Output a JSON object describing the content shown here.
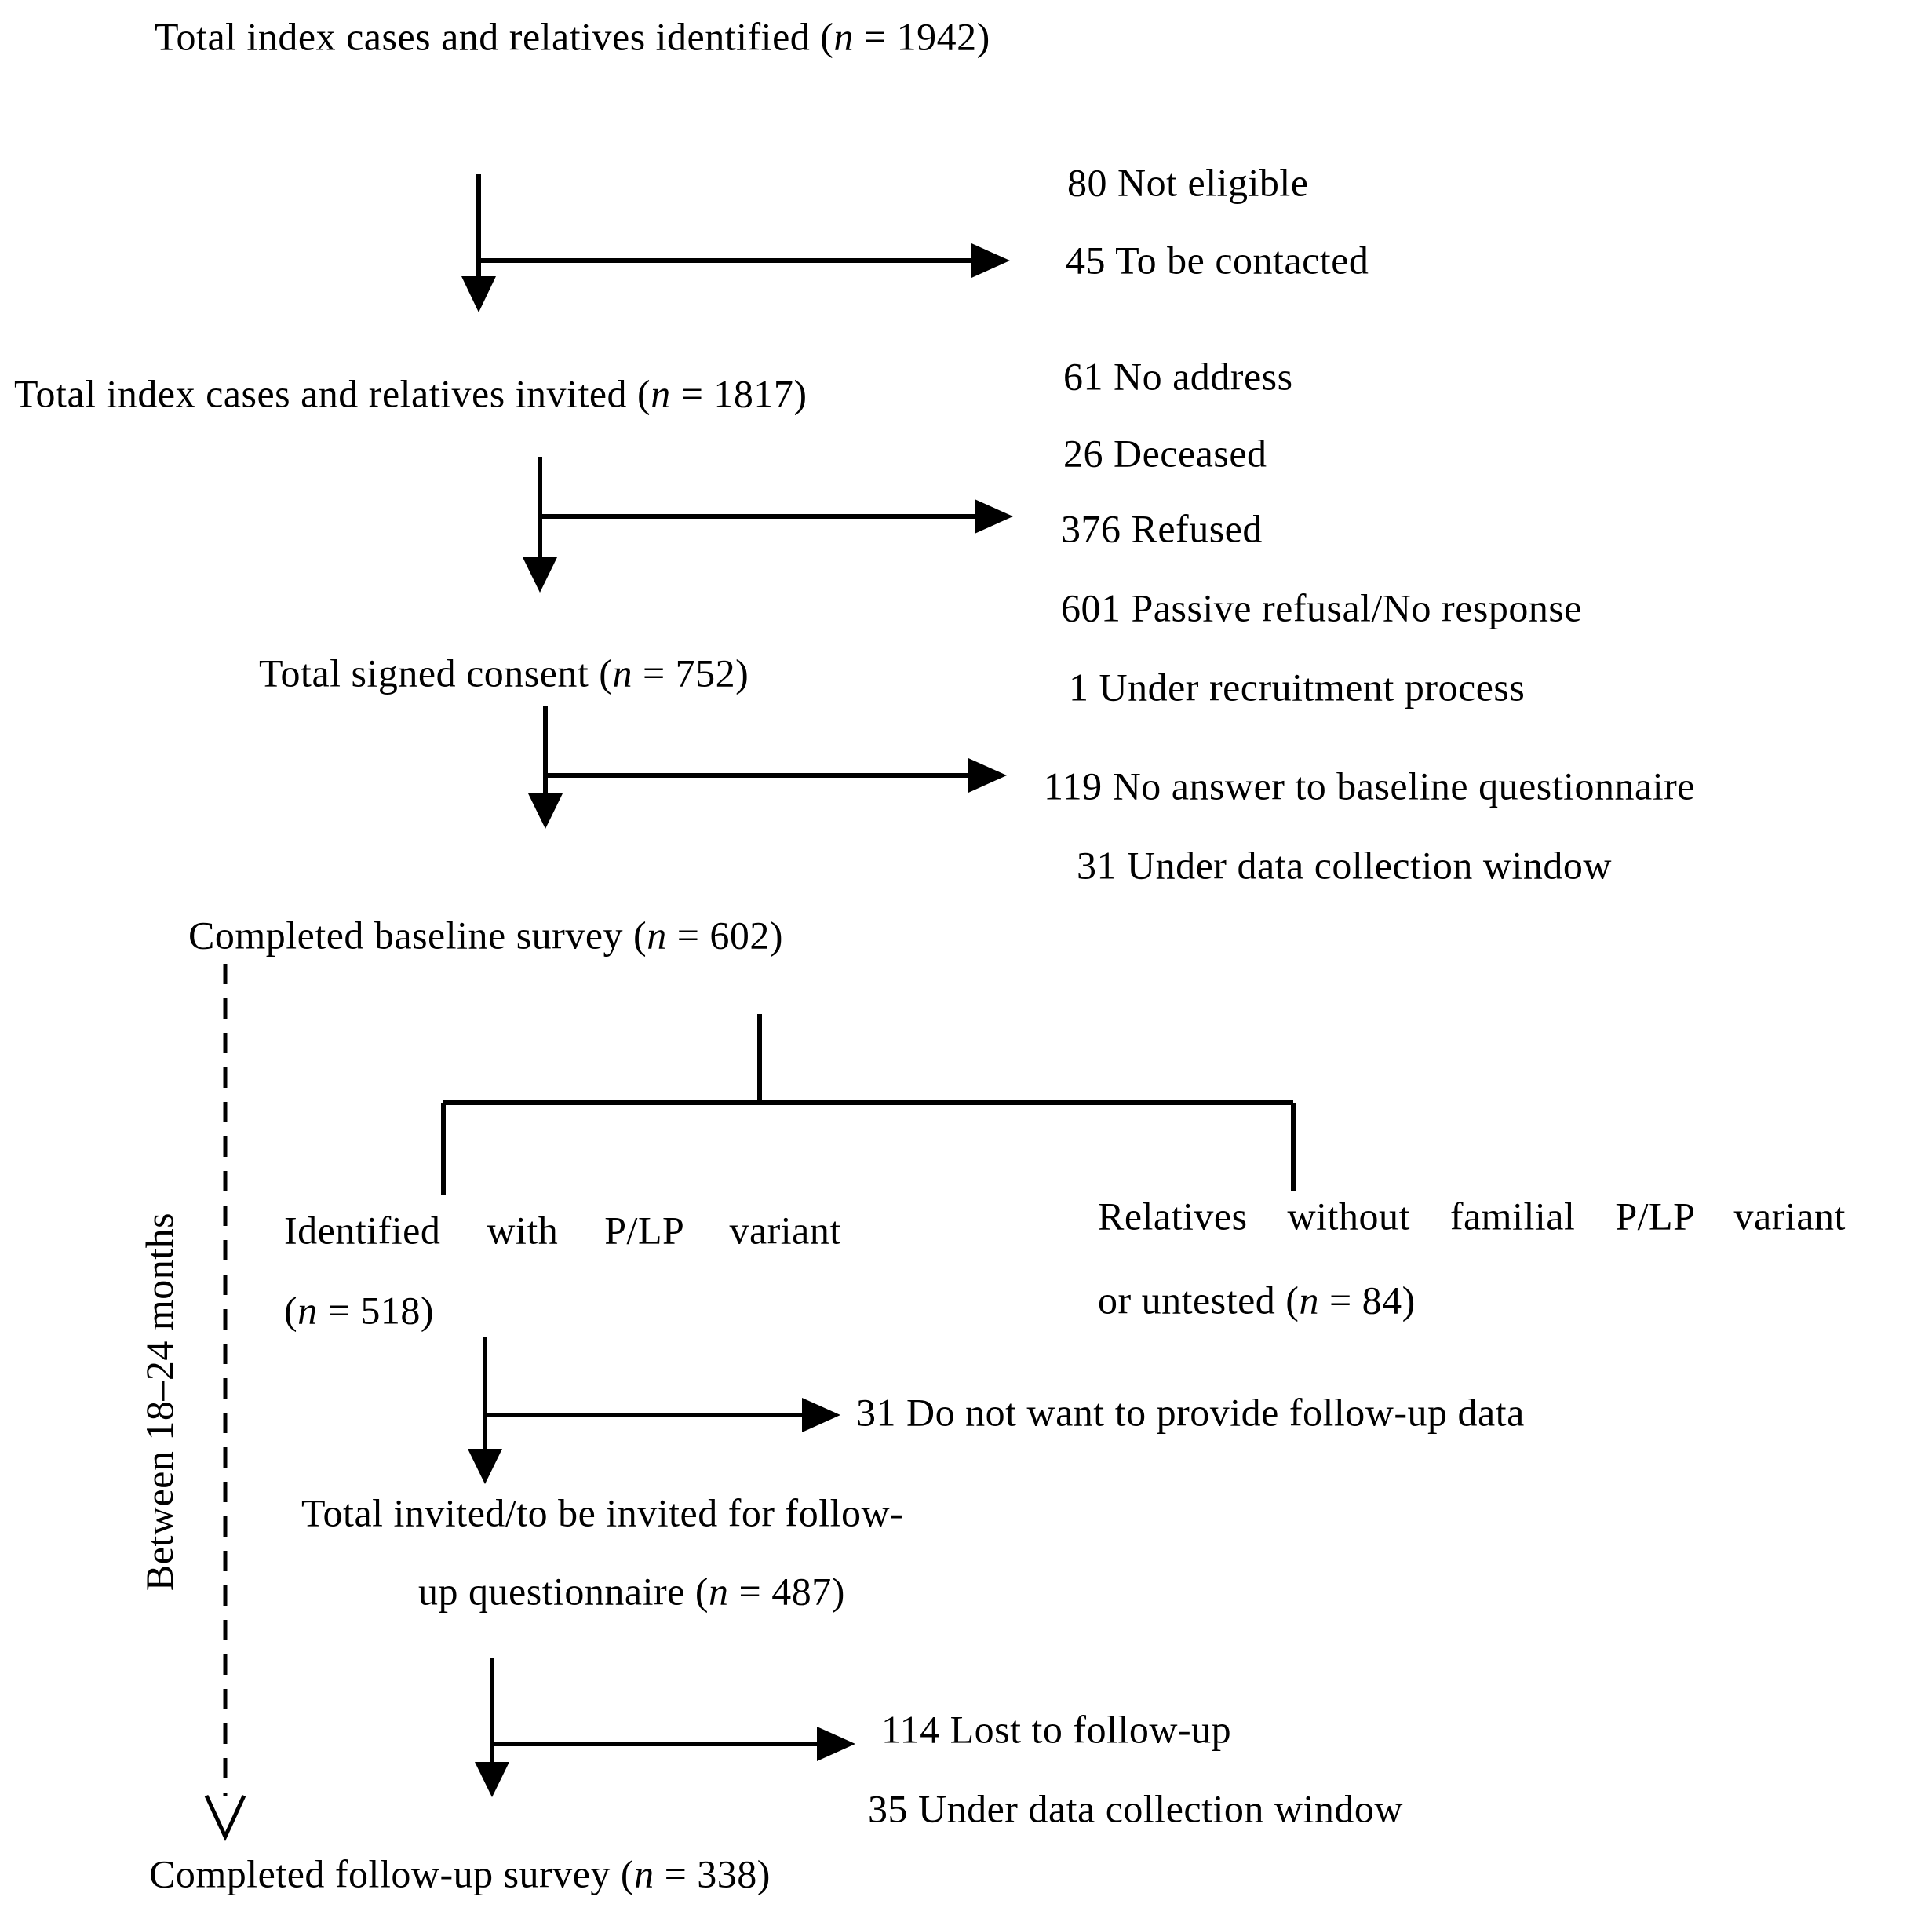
{
  "page": {
    "background": "#ffffff",
    "text_color": "#000000",
    "line_color": "#000000"
  },
  "diagram": {
    "side_label": "Between 18–24 months",
    "nodes": {
      "identified": "Total index cases and relatives identified (n = 1942)",
      "invited": "Total index cases and relatives invited (n = 1817)",
      "consent": "Total signed consent (n = 752)",
      "baseline": "Completed baseline survey (n = 602)",
      "plp_line1": "Identified with P/LP variant",
      "plp_line2": "(n = 518)",
      "no_plp_line1": "Relatives without familial P/LP variant",
      "no_plp_line2": "or untested (n = 84)",
      "followup_invited_line1": "Total invited/to be invited for follow-",
      "followup_invited_line2": "up questionnaire (n = 487)",
      "followup_completed": "Completed follow-up survey (n = 338)"
    },
    "exclusions": {
      "after_identified": [
        "80 Not eligible",
        "45 To be contacted"
      ],
      "after_invited": [
        "61 No address",
        "26 Deceased",
        "376 Refused",
        "601 Passive refusal/No response",
        "1 Under recruitment process"
      ],
      "after_consent": [
        "119 No answer to baseline questionnaire",
        "31 Under data collection window"
      ],
      "after_plp": [
        "31 Do not want to provide follow-up data"
      ],
      "after_followup_invited": [
        "114 Lost to follow-up",
        "35 Under data collection window"
      ]
    }
  }
}
